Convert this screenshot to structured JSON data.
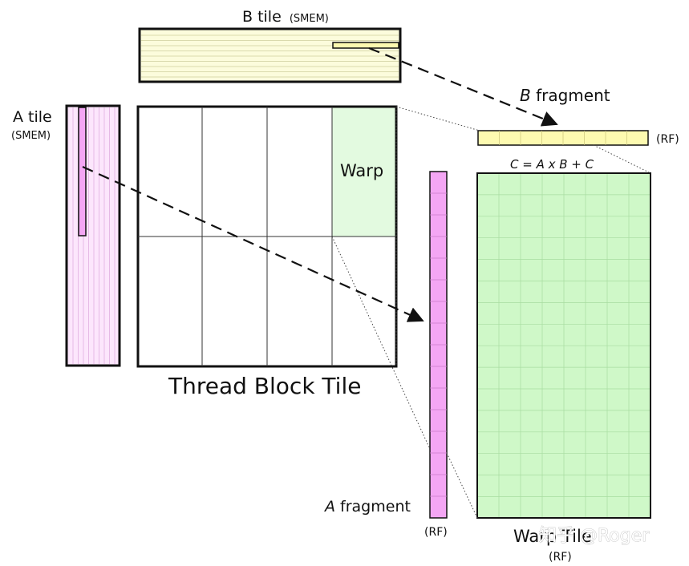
{
  "labels": {
    "b_tile": "B tile",
    "b_tile_mem": "(SMEM)",
    "a_tile": "A tile",
    "a_tile_mem": "(SMEM)",
    "b_fragment_var": "B",
    "b_fragment_word": " fragment",
    "b_fragment_mem": "(RF)",
    "equation": "C = A x B + C",
    "warp": "Warp",
    "thread_block_tile": "Thread Block Tile",
    "a_fragment_var": "A",
    "a_fragment_word": " fragment",
    "a_fragment_mem": "(RF)",
    "warp_tile": "Warp Tile",
    "warp_tile_mem": "(RF)",
    "watermark": "知乎 @Roger"
  },
  "colors": {
    "b_fill": "#fcfcdc",
    "a_fill": "#fce6fc",
    "warp_fill": "#e3fae0",
    "a_fragment_fill": "#f4a6f4",
    "b_fragment_fill": "#fdfab0",
    "warp_tile_fill": "#cff8c8",
    "stroke": "#111111",
    "grid_line": "#c8c8a0"
  }
}
